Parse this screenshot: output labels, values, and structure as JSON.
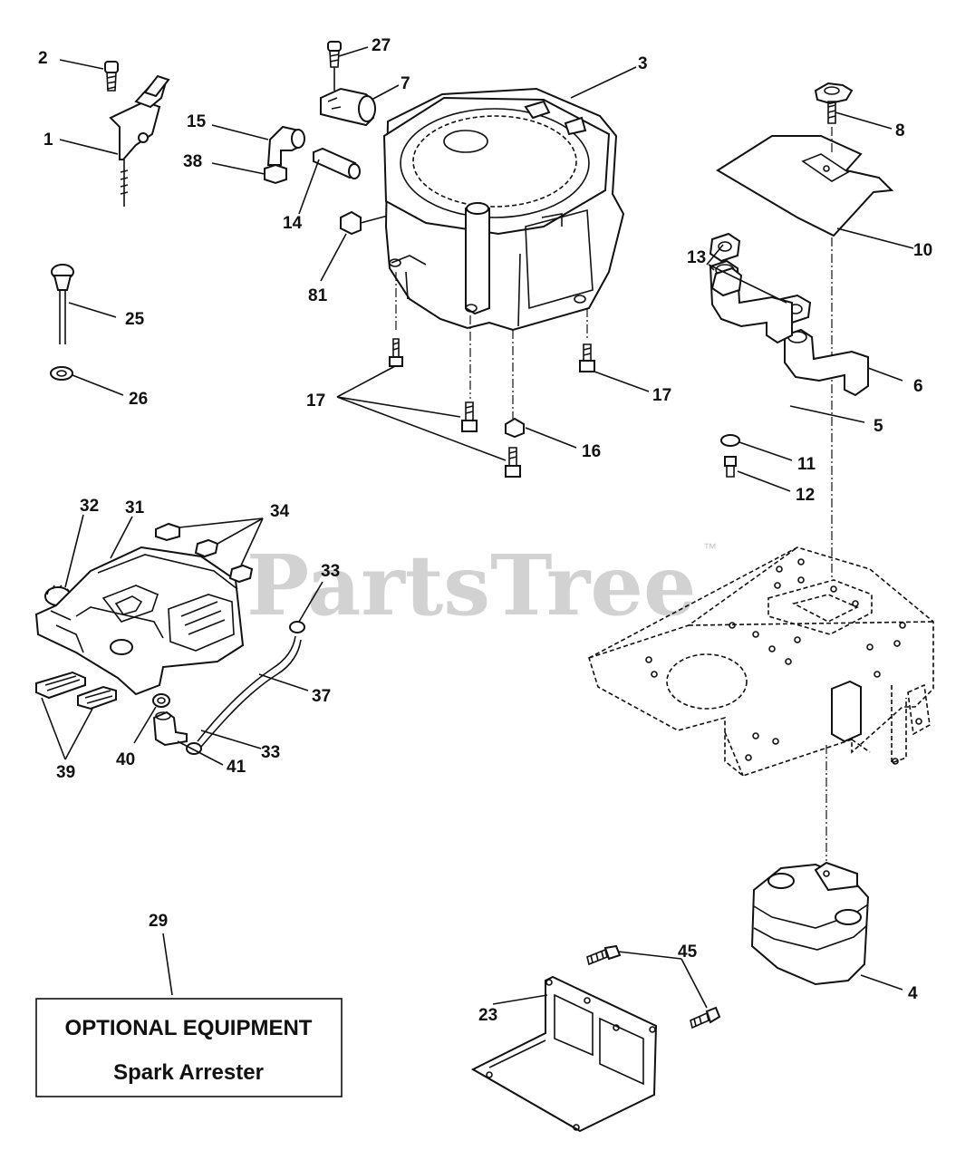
{
  "watermark": {
    "text": "PartsTree",
    "trademark": "™"
  },
  "optional_box": {
    "title": "OPTIONAL EQUIPMENT",
    "subtitle": "Spark Arrester"
  },
  "callouts": [
    {
      "id": "c2",
      "label": "2"
    },
    {
      "id": "c27",
      "label": "27"
    },
    {
      "id": "c3",
      "label": "3"
    },
    {
      "id": "c7",
      "label": "7"
    },
    {
      "id": "c8",
      "label": "8"
    },
    {
      "id": "c1",
      "label": "1"
    },
    {
      "id": "c15",
      "label": "15"
    },
    {
      "id": "c38",
      "label": "38"
    },
    {
      "id": "c14",
      "label": "14"
    },
    {
      "id": "c10",
      "label": "10"
    },
    {
      "id": "c81",
      "label": "81"
    },
    {
      "id": "c13",
      "label": "13"
    },
    {
      "id": "c25",
      "label": "25"
    },
    {
      "id": "c26",
      "label": "26"
    },
    {
      "id": "c17a",
      "label": "17"
    },
    {
      "id": "c17b",
      "label": "17"
    },
    {
      "id": "c6",
      "label": "6"
    },
    {
      "id": "c5",
      "label": "5"
    },
    {
      "id": "c16",
      "label": "16"
    },
    {
      "id": "c11",
      "label": "11"
    },
    {
      "id": "c12",
      "label": "12"
    },
    {
      "id": "c32",
      "label": "32"
    },
    {
      "id": "c31",
      "label": "31"
    },
    {
      "id": "c34",
      "label": "34"
    },
    {
      "id": "c33a",
      "label": "33"
    },
    {
      "id": "c37",
      "label": "37"
    },
    {
      "id": "c33b",
      "label": "33"
    },
    {
      "id": "c40",
      "label": "40"
    },
    {
      "id": "c41",
      "label": "41"
    },
    {
      "id": "c39",
      "label": "39"
    },
    {
      "id": "c29",
      "label": "29"
    },
    {
      "id": "c45",
      "label": "45"
    },
    {
      "id": "c4",
      "label": "4"
    },
    {
      "id": "c23",
      "label": "23"
    }
  ]
}
